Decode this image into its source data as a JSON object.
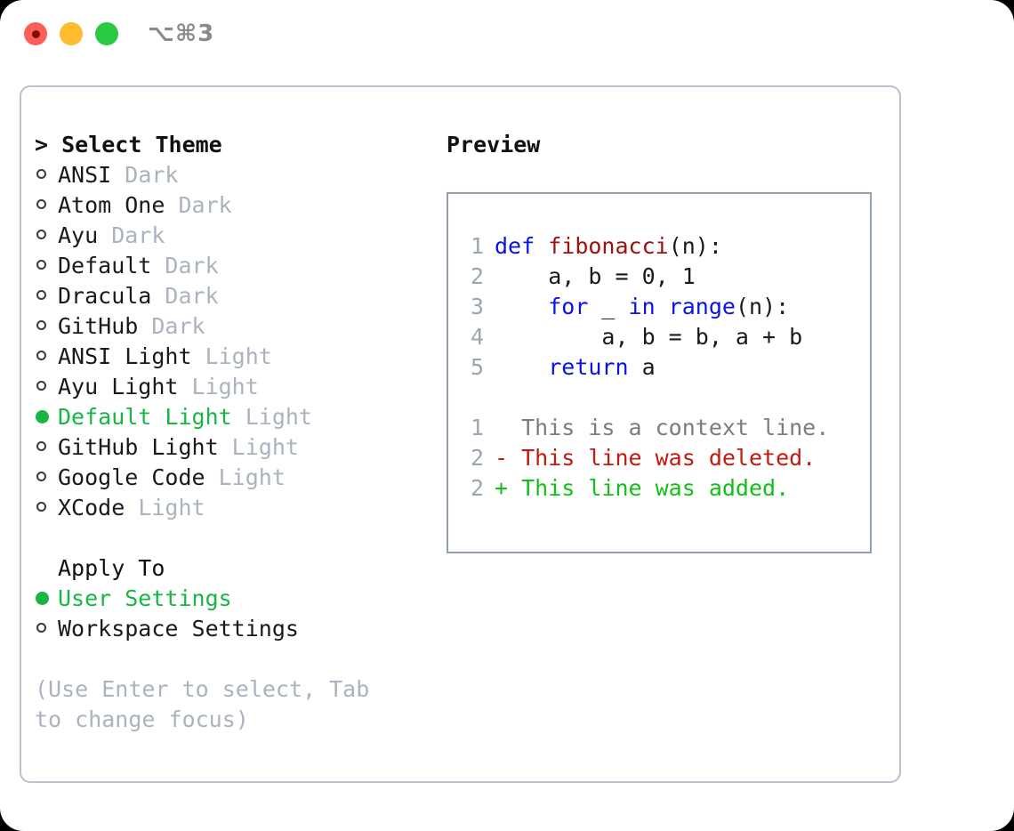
{
  "window": {
    "title": "⌥⌘3",
    "traffic_lights": [
      {
        "name": "close",
        "color": "#fc6058"
      },
      {
        "name": "minimize",
        "color": "#fdbd2e"
      },
      {
        "name": "maximize",
        "color": "#2acb42"
      }
    ]
  },
  "colors": {
    "accent_green": "#18b744",
    "muted": "#aab3bf",
    "panel_border": "#b9c2cd",
    "preview_border": "#93a0ae",
    "keyword_blue": "#0a12e8",
    "function_red": "#a10f0f",
    "diff_deleted": "#c21a0f",
    "diff_added": "#12c017",
    "line_number": "#9aa6b4"
  },
  "theme_list": {
    "header": "> Select Theme",
    "items": [
      {
        "marker": "ring",
        "label": "ANSI",
        "tag": " Dark",
        "selected": false
      },
      {
        "marker": "ring",
        "label": "Atom One",
        "tag": " Dark",
        "selected": false
      },
      {
        "marker": "ring",
        "label": "Ayu",
        "tag": " Dark",
        "selected": false
      },
      {
        "marker": "ring",
        "label": "Default",
        "tag": " Dark",
        "selected": false
      },
      {
        "marker": "ring",
        "label": "Dracula",
        "tag": " Dark",
        "selected": false
      },
      {
        "marker": "ring",
        "label": "GitHub",
        "tag": " Dark",
        "selected": false
      },
      {
        "marker": "ring",
        "label": "ANSI Light",
        "tag": " Light",
        "selected": false
      },
      {
        "marker": "ring",
        "label": "Ayu Light",
        "tag": " Light",
        "selected": false
      },
      {
        "marker": "dot",
        "label": "Default Light",
        "tag": " Light",
        "selected": true
      },
      {
        "marker": "ring",
        "label": "GitHub Light",
        "tag": " Light",
        "selected": false
      },
      {
        "marker": "ring",
        "label": "Google Code",
        "tag": " Light",
        "selected": false
      },
      {
        "marker": "ring",
        "label": "XCode",
        "tag": " Light",
        "selected": false
      }
    ]
  },
  "apply_to": {
    "header": "Apply To",
    "items": [
      {
        "marker": "dot",
        "label": "User Settings",
        "selected": true
      },
      {
        "marker": "ring",
        "label": "Workspace Settings",
        "selected": false
      }
    ]
  },
  "hint": "(Use Enter to select, Tab to change focus)",
  "preview": {
    "title": "Preview",
    "code_lines": [
      {
        "num": "1",
        "segments": [
          {
            "t": "def ",
            "c": "kw"
          },
          {
            "t": "fibonacci",
            "c": "fn"
          },
          {
            "t": "(n):",
            "c": "pl"
          }
        ]
      },
      {
        "num": "2",
        "segments": [
          {
            "t": "    a, b = 0, 1",
            "c": "pl"
          }
        ]
      },
      {
        "num": "3",
        "segments": [
          {
            "t": "    ",
            "c": "pl"
          },
          {
            "t": "for",
            "c": "kw"
          },
          {
            "t": " _ ",
            "c": "pl"
          },
          {
            "t": "in range",
            "c": "kw"
          },
          {
            "t": "(n):",
            "c": "pl"
          }
        ]
      },
      {
        "num": "4",
        "segments": [
          {
            "t": "        a, b = b, a + b",
            "c": "pl"
          }
        ]
      },
      {
        "num": "5",
        "segments": [
          {
            "t": "    ",
            "c": "pl"
          },
          {
            "t": "return",
            "c": "kw"
          },
          {
            "t": " a",
            "c": "pl"
          }
        ]
      }
    ],
    "diff_lines": [
      {
        "num": "1",
        "segments": [
          {
            "t": "  This is a context line.",
            "c": "ctx"
          }
        ]
      },
      {
        "num": "2",
        "segments": [
          {
            "t": "- This line was deleted.",
            "c": "del"
          }
        ]
      },
      {
        "num": "2",
        "segments": [
          {
            "t": "+ This line was added.",
            "c": "add"
          }
        ]
      }
    ]
  }
}
